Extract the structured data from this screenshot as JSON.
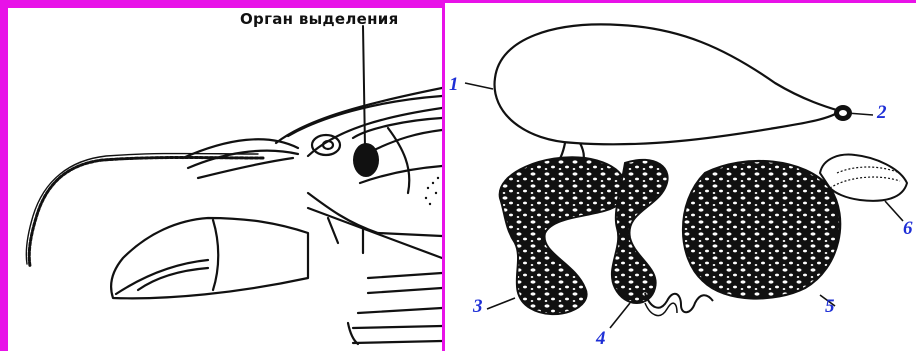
{
  "left_figure": {
    "caption": "Орган выделения"
  },
  "right_figure": {
    "labels": [
      "1",
      "2",
      "3",
      "4",
      "5",
      "6"
    ]
  },
  "colors": {
    "frame": "#e812e8",
    "label_blue": "#1e2fd6",
    "ink": "#111111"
  }
}
